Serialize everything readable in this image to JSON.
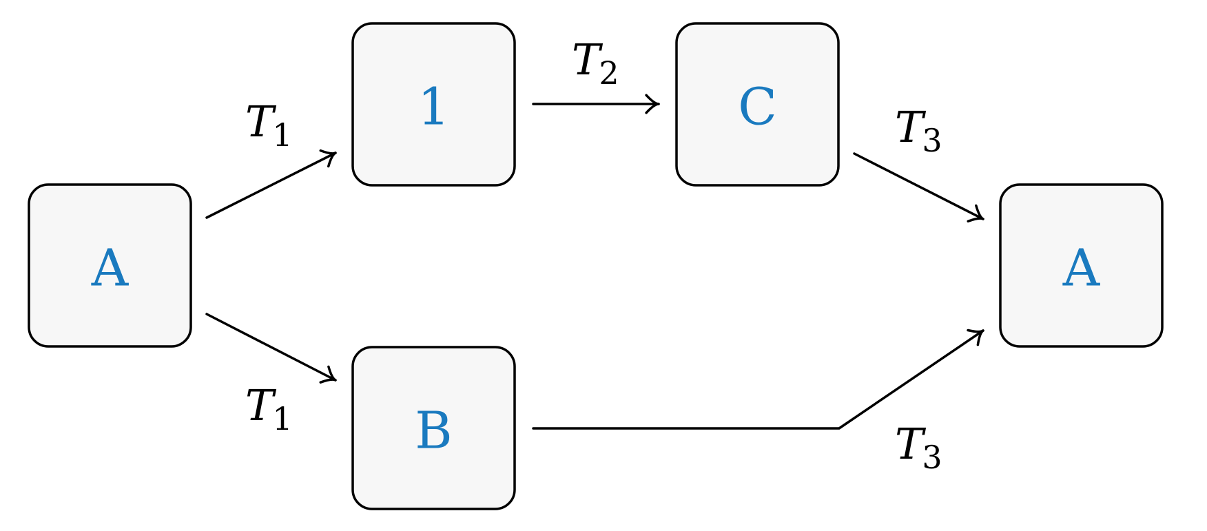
{
  "colors": {
    "node_label": "#1a7abf",
    "node_fill": "#f7f7f7",
    "stroke": "#000000"
  },
  "nodes": [
    {
      "id": "n-a-start",
      "label": "A"
    },
    {
      "id": "n-1",
      "label": "1"
    },
    {
      "id": "n-b",
      "label": "B"
    },
    {
      "id": "n-c",
      "label": "C"
    },
    {
      "id": "n-a-end",
      "label": "A"
    }
  ],
  "edges": [
    {
      "from": "n-a-start",
      "to": "n-1",
      "label": "T",
      "sub": "1"
    },
    {
      "from": "n-a-start",
      "to": "n-b",
      "label": "T",
      "sub": "1"
    },
    {
      "from": "n-1",
      "to": "n-c",
      "label": "T",
      "sub": "2"
    },
    {
      "from": "n-c",
      "to": "n-a-end",
      "label": "T",
      "sub": "3"
    },
    {
      "from": "n-b",
      "to": "n-a-end",
      "label": "T",
      "sub": "3"
    }
  ]
}
